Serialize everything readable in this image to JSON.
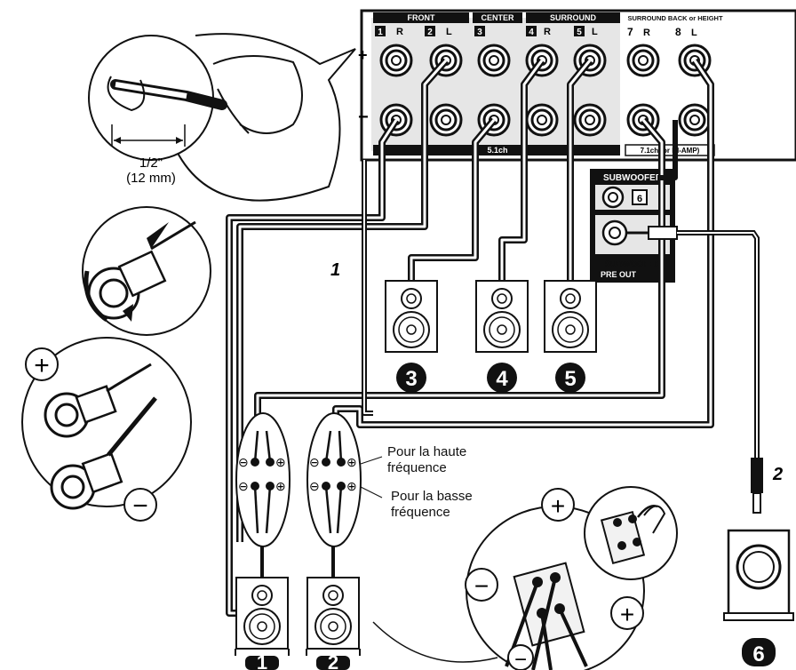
{
  "receiver": {
    "group_front": "FRONT",
    "group_center": "CENTER",
    "group_surround": "SURROUND",
    "group_back": "SURROUND BACK or HEIGHT",
    "ch1": "1",
    "ch1_side": "R",
    "ch2": "2",
    "ch2_side": "L",
    "ch3": "3",
    "ch4": "4",
    "ch4_side": "R",
    "ch5": "5",
    "ch5_side": "L",
    "ch7": "7",
    "ch7_side": "R",
    "ch8": "8",
    "ch8_side": "L",
    "plus": "+",
    "minus": "−",
    "bottom_5ch": "5.1ch",
    "bottom_7ch": "7.1ch (or BI-AMP)",
    "sub_top_label": "SUBWOOFER",
    "sub_top_num": "6",
    "sub_bottom_label": "SUBWOOFER",
    "pre_out": "PRE OUT"
  },
  "wire_strip": {
    "measure_in": "1/2\"",
    "measure_mm": "(12 mm)"
  },
  "steps": {
    "step1": "1",
    "step2": "2"
  },
  "speakers": {
    "s1": "1",
    "s2": "2",
    "s3": "3",
    "s4": "4",
    "s5": "5",
    "s6": "6"
  },
  "biamp": {
    "high_line1": "Pour la haute",
    "high_line2": "fréquence",
    "low_line1": "Pour la basse",
    "low_line2": "fréquence"
  },
  "polarity": {
    "plus": "+",
    "minus": "−"
  }
}
